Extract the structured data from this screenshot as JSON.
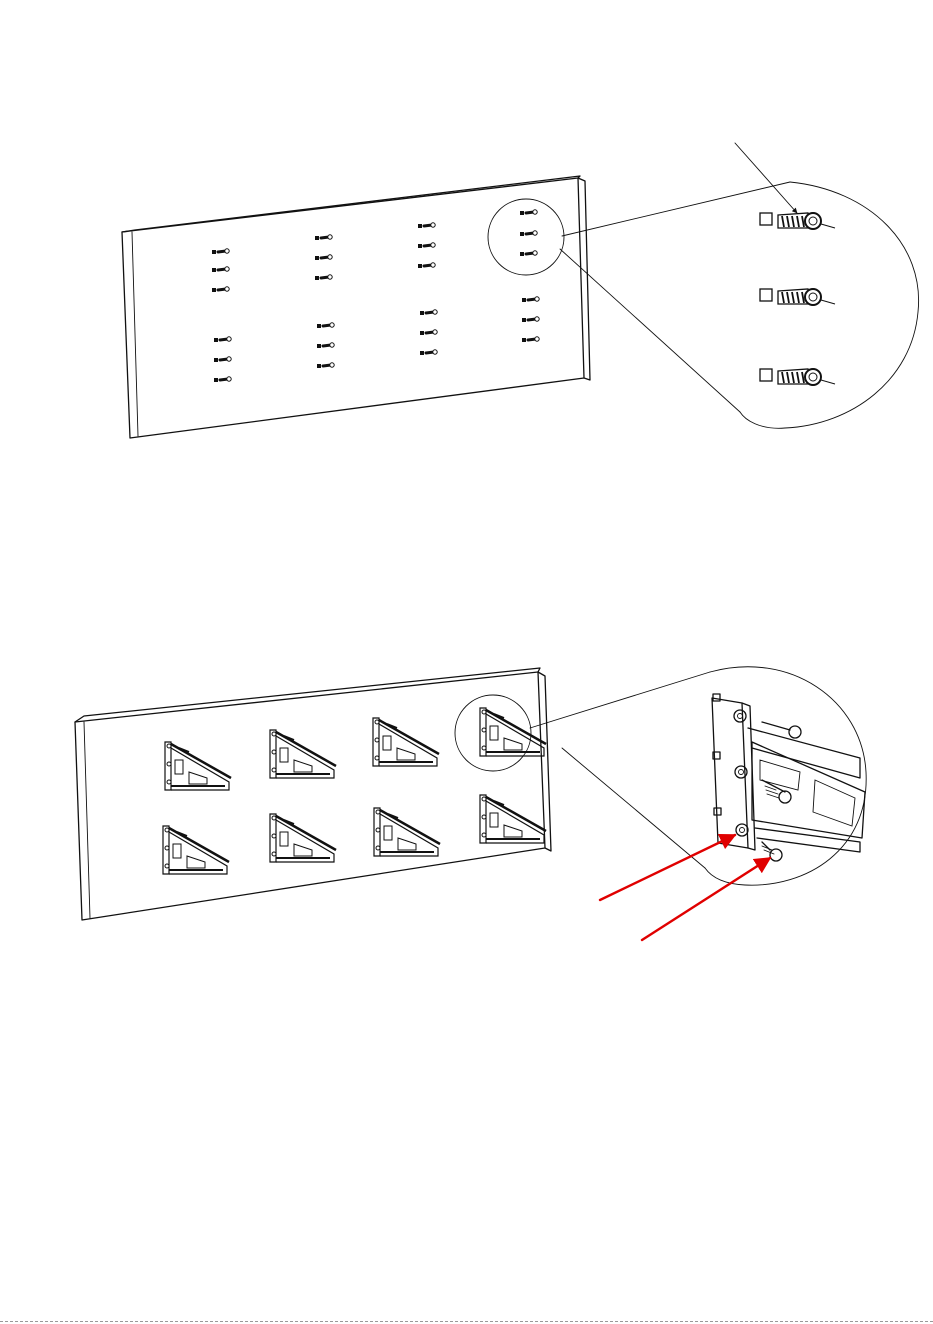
{
  "colors": {
    "ink": "#111111",
    "background": "#ffffff",
    "arrow_red": "#e00000"
  },
  "step1": {
    "panel_anchor_rows": [
      3,
      3,
      3,
      3,
      3,
      3,
      3,
      3
    ],
    "callout": "wall-plug-with-screw-detail"
  },
  "step2": {
    "bracket_count": 8,
    "callout": "bracket-screw-detail"
  }
}
